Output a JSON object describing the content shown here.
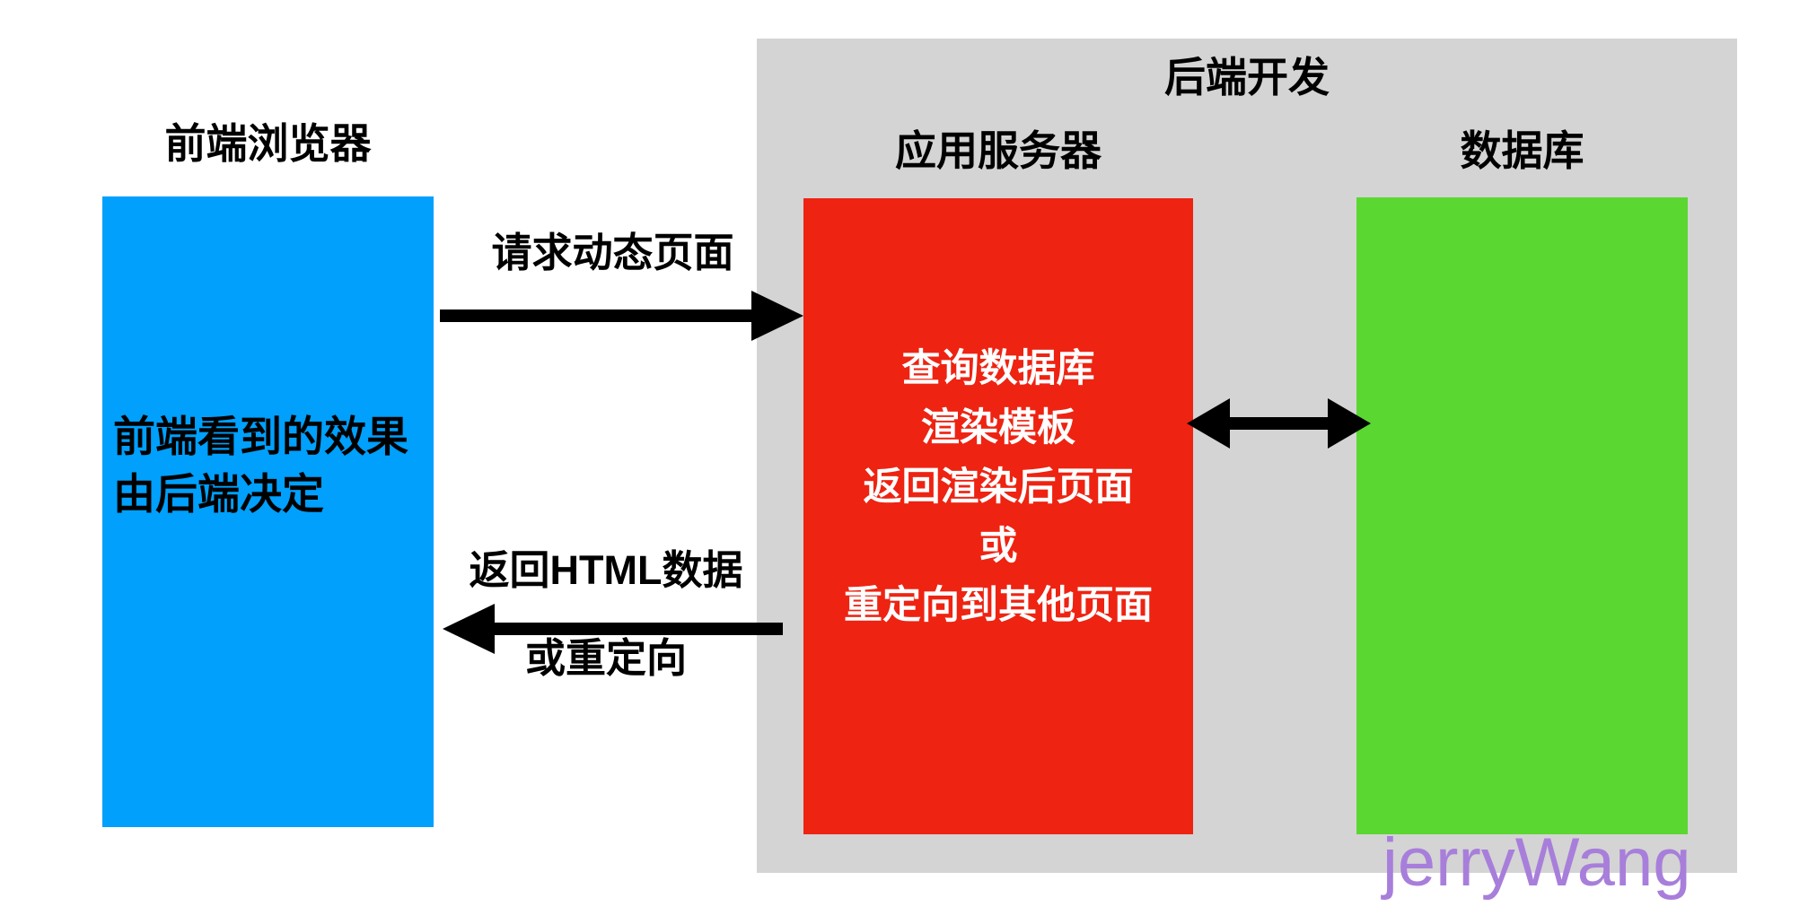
{
  "frontend": {
    "title": "前端浏览器",
    "box_lines": [
      "前端看到的效果",
      "由后端决定"
    ],
    "color": "#00A0FC"
  },
  "backend": {
    "title": "后端开发",
    "panel_color": "#D4D4D4",
    "app_server": {
      "title": "应用服务器",
      "color": "#EE2312",
      "lines": [
        "查询数据库",
        "渲染模板",
        "返回渲染后页面",
        "或",
        "重定向到其他页面"
      ]
    },
    "database": {
      "title": "数据库",
      "color": "#5BD731"
    }
  },
  "arrows": {
    "request_label": "请求动态页面",
    "response_label_top": "返回HTML数据",
    "response_label_bottom": "或重定向"
  },
  "watermark": {
    "text": "jerryWang",
    "color": "#A87EDB"
  }
}
